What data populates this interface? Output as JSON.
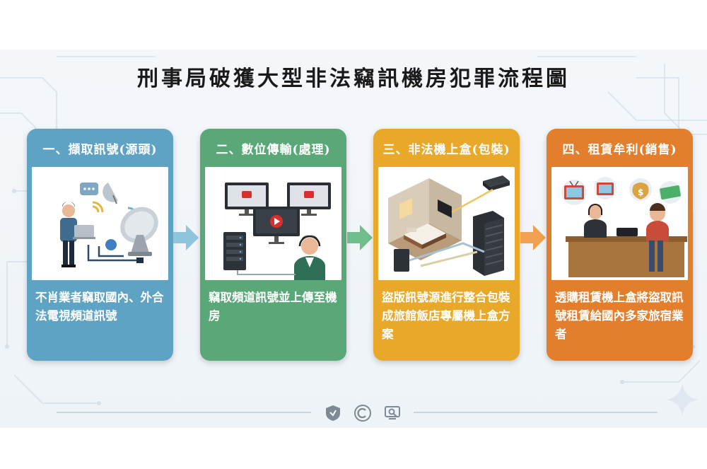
{
  "title": "刑事局破獲大型非法竊訊機房犯罪流程圖",
  "colors": {
    "step1": "#5fa3c4",
    "step2": "#5aa878",
    "step3": "#e8a82a",
    "step4": "#e27e2c",
    "arrow_blue": "#8ec4dc",
    "arrow_green": "#6fbf8a",
    "arrow_orange": "#f0a050"
  },
  "steps": [
    {
      "heading": "一、擷取訊號(源頭)",
      "desc": "不肖業者竊取國內、外合法電視頻道訊號",
      "icon": "satellite-dish-laptop-illustration"
    },
    {
      "heading": "二、數位傳輸(處理)",
      "desc": "竊取頻道訊號並上傳至機房",
      "icon": "servers-monitors-operator-illustration"
    },
    {
      "heading": "三、非法機上盒(包裝)",
      "desc": "盜版訊號源進行整合包裝成旅館飯店專屬機上盒方案",
      "icon": "hotel-room-settopbox-illustration"
    },
    {
      "heading": "四、租賃牟利(銷售)",
      "desc": "透購租賃機上盒將盜取訊號租賃給國內多家旅宿業者",
      "icon": "rental-counter-money-illustration"
    }
  ],
  "footer_icons": [
    "shield-badge-icon",
    "copyright-icon",
    "magnifier-screen-icon"
  ]
}
